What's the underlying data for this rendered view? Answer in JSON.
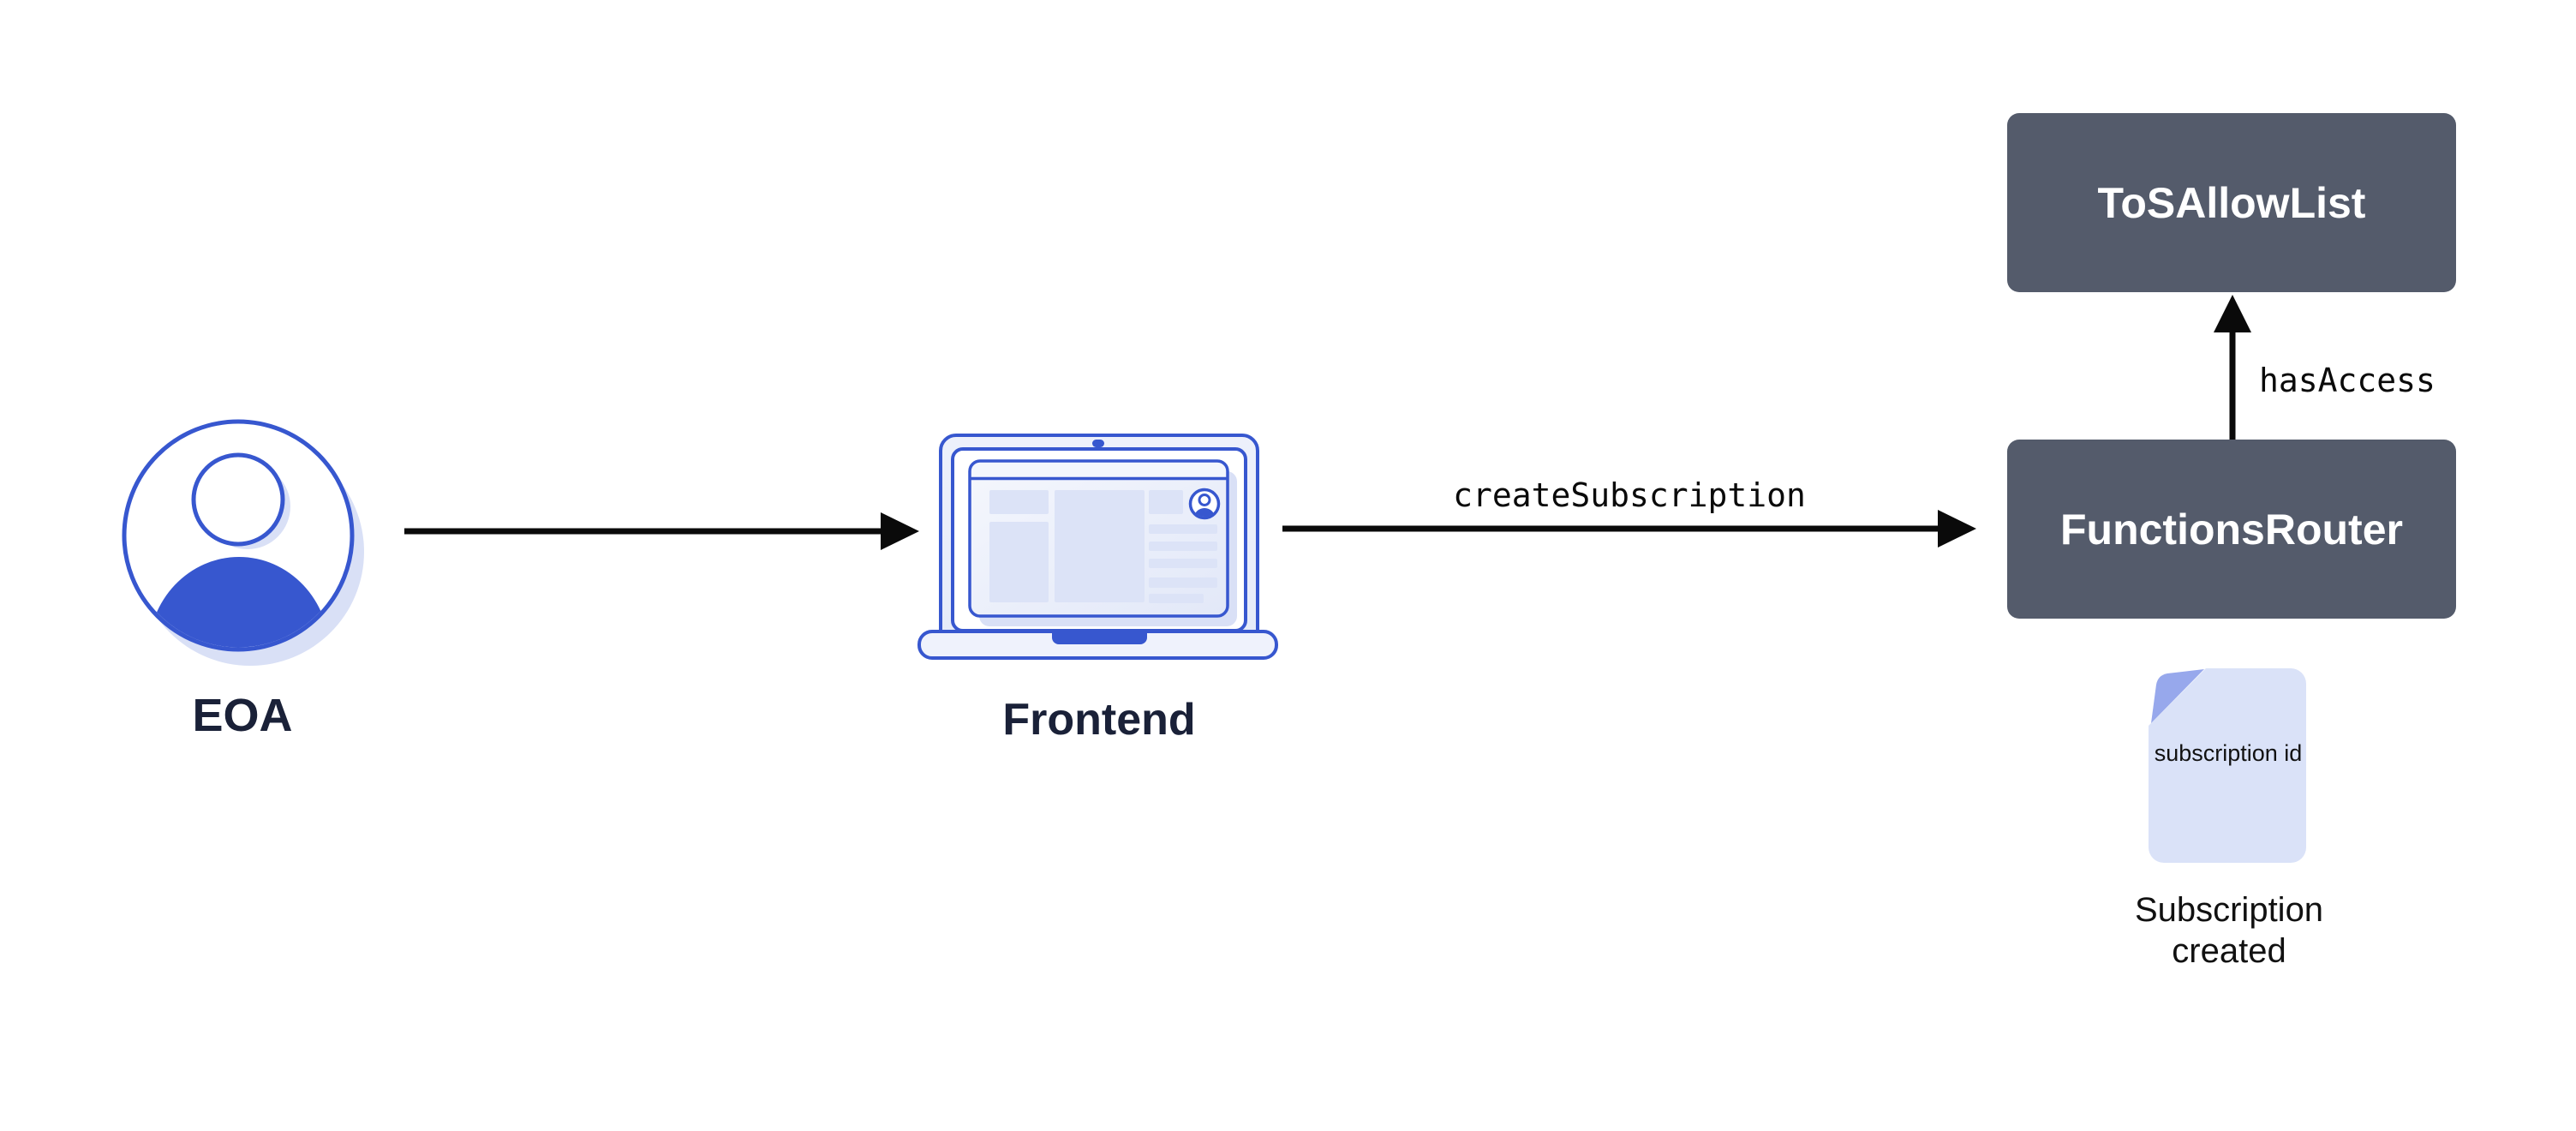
{
  "nodes": {
    "eoa": {
      "label": "EOA"
    },
    "frontend": {
      "label": "Frontend"
    },
    "functions_router": {
      "label": "FunctionsRouter"
    },
    "tos_allow_list": {
      "label": "ToSAllowList"
    }
  },
  "edges": {
    "frontend_to_functions_router": {
      "label": "createSubscription"
    },
    "functions_router_to_tos_allow_list": {
      "label": "hasAccess"
    }
  },
  "artifact": {
    "doc_text": "subscription id",
    "caption": "Subscription created"
  },
  "icons": {
    "user": "user-avatar-icon",
    "laptop": "laptop-browser-icon",
    "document": "document-file-icon"
  },
  "colors": {
    "primary_blue": "#3757CF",
    "light_fill": "#DAE2F8",
    "shadow_lavender": "#D9E0F6",
    "fold_blue": "#97A8EC",
    "dark_slate": "#545B6B",
    "navy_text": "#1A2138",
    "arrow_black": "#0A0A0A"
  }
}
